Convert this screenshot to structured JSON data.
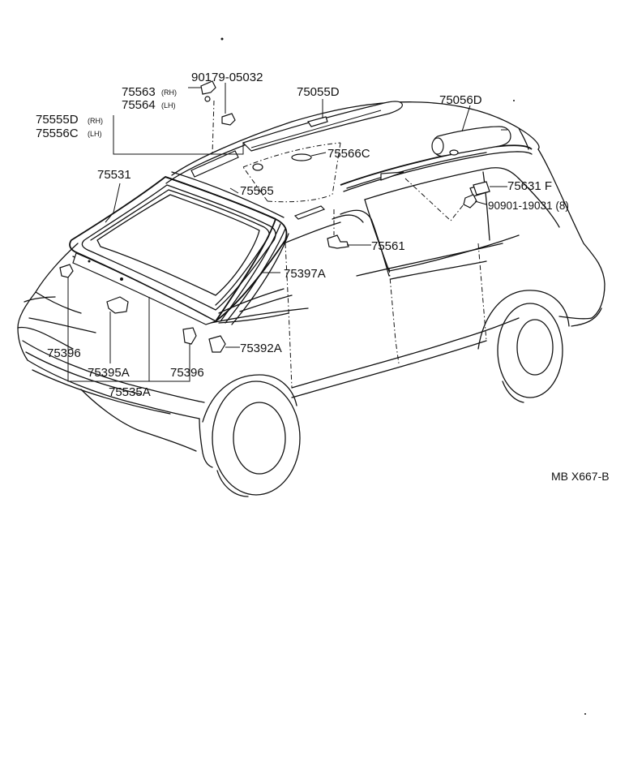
{
  "diagram": {
    "callouts": {
      "p90179": "90179-05032",
      "p75563": "75563",
      "p75563_suffix": "(RH)",
      "p75564": "75564",
      "p75564_suffix": "(LH)",
      "p75555": "75555D",
      "p75555_suffix": "(RH)",
      "p75556": "75556C",
      "p75556_suffix": "(LH)",
      "p75055": "75055D",
      "p75056": "75056D",
      "p75566": "75566C",
      "p75531": "75531",
      "p75565": "75565",
      "p75631": "75631 F",
      "p90901": "90901-19031 (8)",
      "p75561": "75561",
      "p75397": "75397A",
      "p75396_left": "75396",
      "p75392": "75392A",
      "p75395": "75395A",
      "p75396_right": "75396",
      "p75535": "75535A"
    },
    "figure_code": "MB X667-B"
  },
  "colors": {
    "ink": "#111111",
    "paper": "#ffffff"
  }
}
